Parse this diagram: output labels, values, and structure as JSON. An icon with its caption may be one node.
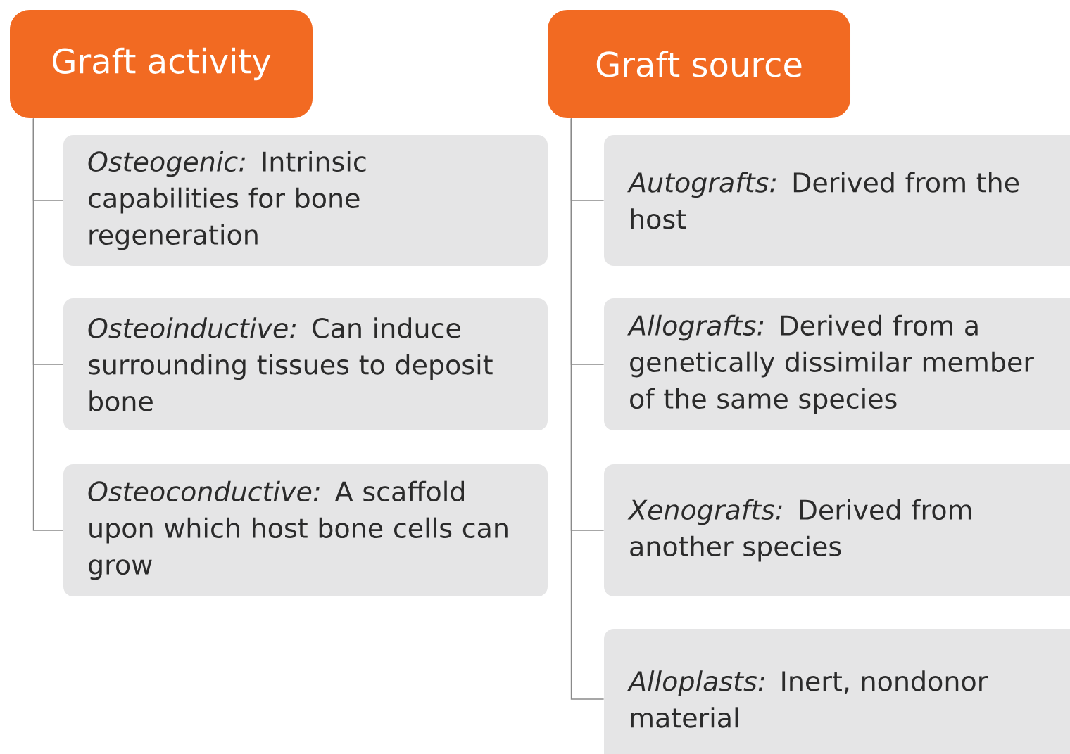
{
  "diagram": {
    "nodes": [
      {
        "text": [
          "Graft activity"
        ]
      },
      {
        "text": [
          "*Osteogenic:* Intrinsic capabilities for bone regeneration"
        ]
      },
      {
        "text": [
          "*Osteoinductive:* Can induce surrounding tissues to deposit bone"
        ]
      },
      {
        "text": [
          "*Osteoconductive:* A scaffold upon which host bone cells can grow"
        ]
      },
      {
        "text": [
          "Graft source"
        ]
      },
      {
        "text": [
          "*Autografts:* Derived from the host"
        ]
      },
      {
        "text": [
          "*Allografts:* Derived from a genetically dissimilar member of the same species"
        ]
      },
      {
        "text": [
          "*Xenografts:* Derived from another species"
        ]
      },
      {
        "text": [
          "*Alloplasts:* Inert, nondonor material"
        ]
      }
    ],
    "edges": [
      {
        "from": 0,
        "to": 1,
        "arrow": "none"
      },
      {
        "from": 0,
        "to": 2,
        "arrow": "none"
      },
      {
        "from": 0,
        "to": 3,
        "arrow": "none"
      },
      {
        "from": 4,
        "to": 5,
        "arrow": "none"
      },
      {
        "from": 4,
        "to": 6,
        "arrow": "none"
      },
      {
        "from": 4,
        "to": 7,
        "arrow": "none"
      },
      {
        "from": 4,
        "to": 8,
        "arrow": "none"
      }
    ]
  }
}
